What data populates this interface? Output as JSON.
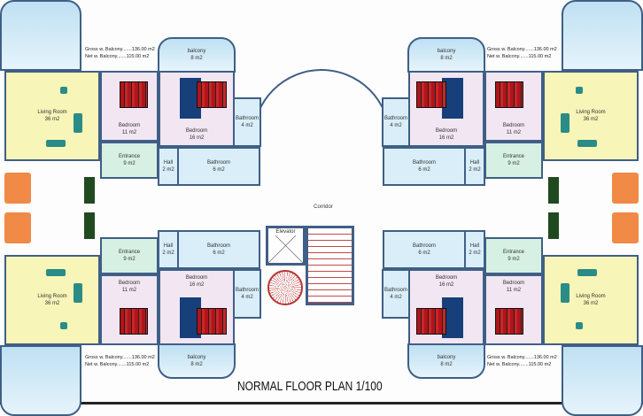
{
  "title": "NORMAL FLOOR PLAN 1/100",
  "core": {
    "corridor": "Corridor",
    "elevator": "Elevator"
  },
  "units": [
    {
      "id": "top-left",
      "gross": "Gross w. Balcony.......136.00 m2",
      "net": "Net w. Balcony.......115.00 m2",
      "rooms": {
        "living": [
          "Living Room",
          "36 m2"
        ],
        "bed11": [
          "Bedroom",
          "11 m2"
        ],
        "bed16": [
          "Bedroom",
          "16 m2"
        ],
        "bath4": [
          "Bathroom",
          "4 m2"
        ],
        "entrance": [
          "Entrance",
          "9 m2"
        ],
        "hall": [
          "Hall",
          "2 m2"
        ],
        "bath6": [
          "Bathroom",
          "6 m2"
        ],
        "balcony": [
          "balcony",
          "8 m2"
        ]
      }
    },
    {
      "id": "top-right",
      "gross": "Gross w. Balcony.......136.00 m2",
      "net": "Net w. Balcony.......115.00 m2",
      "rooms": {
        "living": [
          "Living Room",
          "36 m2"
        ],
        "bed11": [
          "Bedroom",
          "11 m2"
        ],
        "bed16": [
          "Bedroom",
          "16 m2"
        ],
        "bath4": [
          "Bathroom",
          "4 m2"
        ],
        "entrance": [
          "Entrance",
          "9 m2"
        ],
        "hall": [
          "Hall",
          "2 m2"
        ],
        "bath6": [
          "Bathroom",
          "6 m2"
        ],
        "balcony": [
          "balcony",
          "8 m2"
        ]
      }
    },
    {
      "id": "bottom-left",
      "gross": "Gross w. Balcony.......136.00 m2",
      "net": "Net w. Balcony.......115.00 m2",
      "rooms": {
        "living": [
          "Living Room",
          "36 m2"
        ],
        "bed11": [
          "Bedroom",
          "11 m2"
        ],
        "bed16": [
          "Bedroom",
          "16 m2"
        ],
        "bath4": [
          "Bathroom",
          "4 m2"
        ],
        "entrance": [
          "Entrance",
          "9 m2"
        ],
        "hall": [
          "Hall",
          "2 m2"
        ],
        "bath6": [
          "Bathroom",
          "6 m2"
        ],
        "balcony": [
          "balcony",
          "8 m2"
        ]
      }
    },
    {
      "id": "bottom-right",
      "gross": "Gross w. Balcony.......136.00 m2",
      "net": "Net w. Balcony.......115.00 m2",
      "rooms": {
        "living": [
          "Living Room",
          "36 m2"
        ],
        "bed11": [
          "Bedroom",
          "11 m2"
        ],
        "bed16": [
          "Bedroom",
          "16 m2"
        ],
        "bath4": [
          "Bathroom",
          "4 m2"
        ],
        "entrance": [
          "Entrance",
          "9 m2"
        ],
        "hall": [
          "Hall",
          "2 m2"
        ],
        "bath6": [
          "Bathroom",
          "6 m2"
        ],
        "balcony": [
          "balcony",
          "8 m2"
        ]
      }
    }
  ],
  "colors": {
    "living": "#f7f5b8",
    "bedroom": "#f1e6f1",
    "entrance": "#d7f0e4",
    "bath": "#d9eef8",
    "wall": "#3f5f86"
  }
}
